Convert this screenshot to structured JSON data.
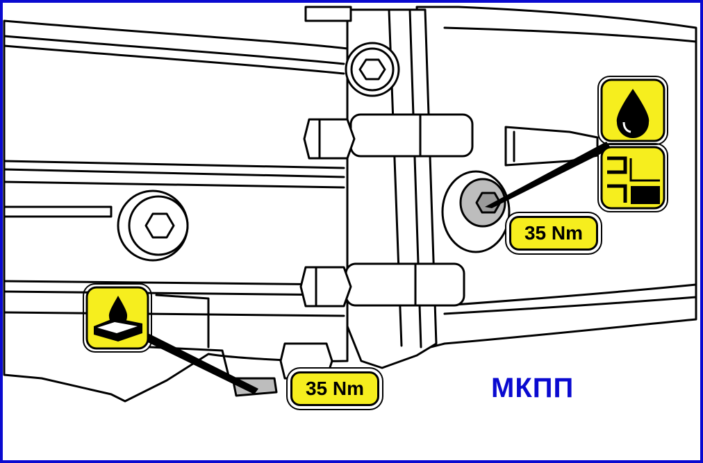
{
  "labels": {
    "fill_plug_torque": "35 Nm",
    "drain_plug_torque": "35 Nm",
    "caption": "МКПП"
  },
  "colors": {
    "frame": "#0a0ad0",
    "caption": "#0a0ad0",
    "badge_fill": "#f6ee1e",
    "outline": "#000000"
  },
  "icons": {
    "fill_plug": [
      "oil-drop-icon",
      "oil-level-icon"
    ],
    "drain_plug": "oil-drain-pan-icon"
  }
}
